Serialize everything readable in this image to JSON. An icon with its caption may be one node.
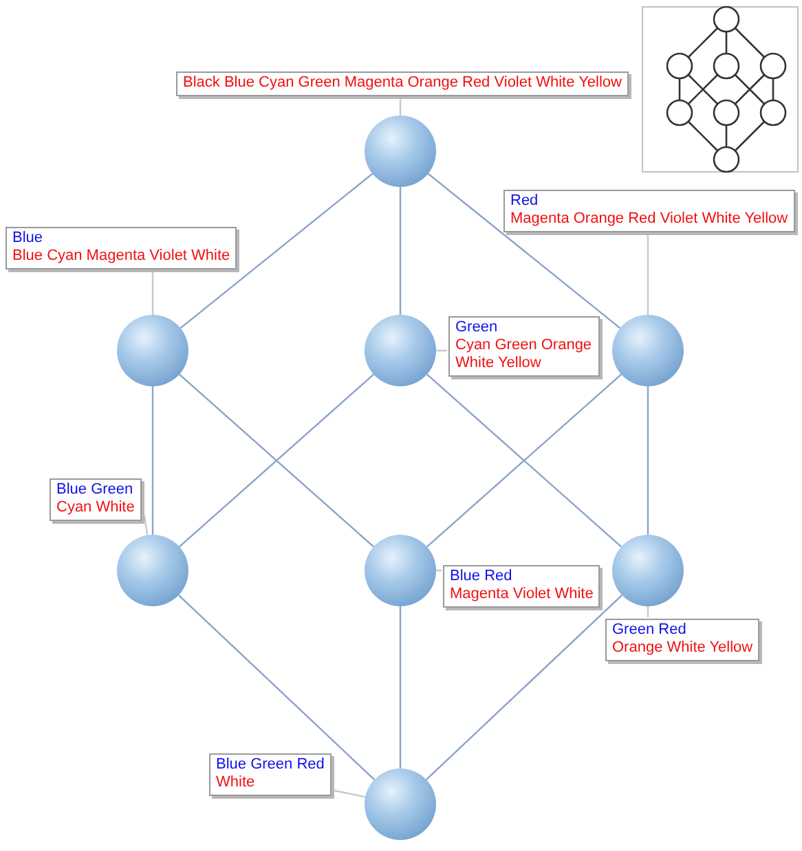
{
  "diagram": {
    "nodes": [
      {
        "text": [
          "Black Blue Cyan Green Magenta Orange Red Violet White Yellow"
        ]
      },
      {
        "text": [],
        "shape": "circle"
      },
      {
        "text": [
          "Blue",
          "Blue Cyan Magenta Violet White"
        ]
      },
      {
        "text": [
          "Green",
          "Cyan Green Orange White Yellow"
        ]
      },
      {
        "text": [
          "Red",
          "Magenta Orange Red Violet White Yellow"
        ]
      },
      {
        "text": [],
        "shape": "circle"
      },
      {
        "text": [],
        "shape": "circle"
      },
      {
        "text": [],
        "shape": "circle"
      },
      {
        "text": [
          "Blue Green",
          "Cyan White"
        ]
      },
      {
        "text": [
          "Blue Red",
          "Magenta Violet White"
        ]
      },
      {
        "text": [
          "Green Red",
          "Orange White Yellow"
        ]
      },
      {
        "text": [],
        "shape": "circle"
      },
      {
        "text": [],
        "shape": "circle"
      },
      {
        "text": [],
        "shape": "circle"
      },
      {
        "text": [
          "Blue Green Red",
          "White"
        ]
      },
      {
        "text": [],
        "shape": "circle"
      }
    ],
    "edges": [
      {
        "from": 1,
        "to": 5,
        "arrow": "none"
      },
      {
        "from": 1,
        "to": 6,
        "arrow": "none"
      },
      {
        "from": 1,
        "to": 7,
        "arrow": "none"
      },
      {
        "from": 5,
        "to": 11,
        "arrow": "none"
      },
      {
        "from": 5,
        "to": 12,
        "arrow": "none"
      },
      {
        "from": 6,
        "to": 11,
        "arrow": "none"
      },
      {
        "from": 6,
        "to": 13,
        "arrow": "none"
      },
      {
        "from": 7,
        "to": 12,
        "arrow": "none"
      },
      {
        "from": 7,
        "to": 13,
        "arrow": "none"
      },
      {
        "from": 11,
        "to": 15,
        "arrow": "none"
      },
      {
        "from": 12,
        "to": 15,
        "arrow": "none"
      },
      {
        "from": 13,
        "to": 15,
        "arrow": "none"
      },
      {
        "from": 0,
        "to": 1,
        "arrow": "none",
        "color": "#c8c8c8"
      },
      {
        "from": 2,
        "to": 5,
        "arrow": "none",
        "color": "#c8c8c8"
      },
      {
        "from": 3,
        "to": 6,
        "arrow": "none",
        "color": "#c8c8c8"
      },
      {
        "from": 4,
        "to": 7,
        "arrow": "none",
        "color": "#c8c8c8"
      },
      {
        "from": 8,
        "to": 11,
        "arrow": "none",
        "color": "#c8c8c8"
      },
      {
        "from": 9,
        "to": 12,
        "arrow": "none",
        "color": "#c8c8c8"
      },
      {
        "from": 10,
        "to": 13,
        "arrow": "none",
        "color": "#c8c8c8"
      },
      {
        "from": 14,
        "to": 15,
        "arrow": "none",
        "color": "#c8c8c8"
      }
    ]
  }
}
